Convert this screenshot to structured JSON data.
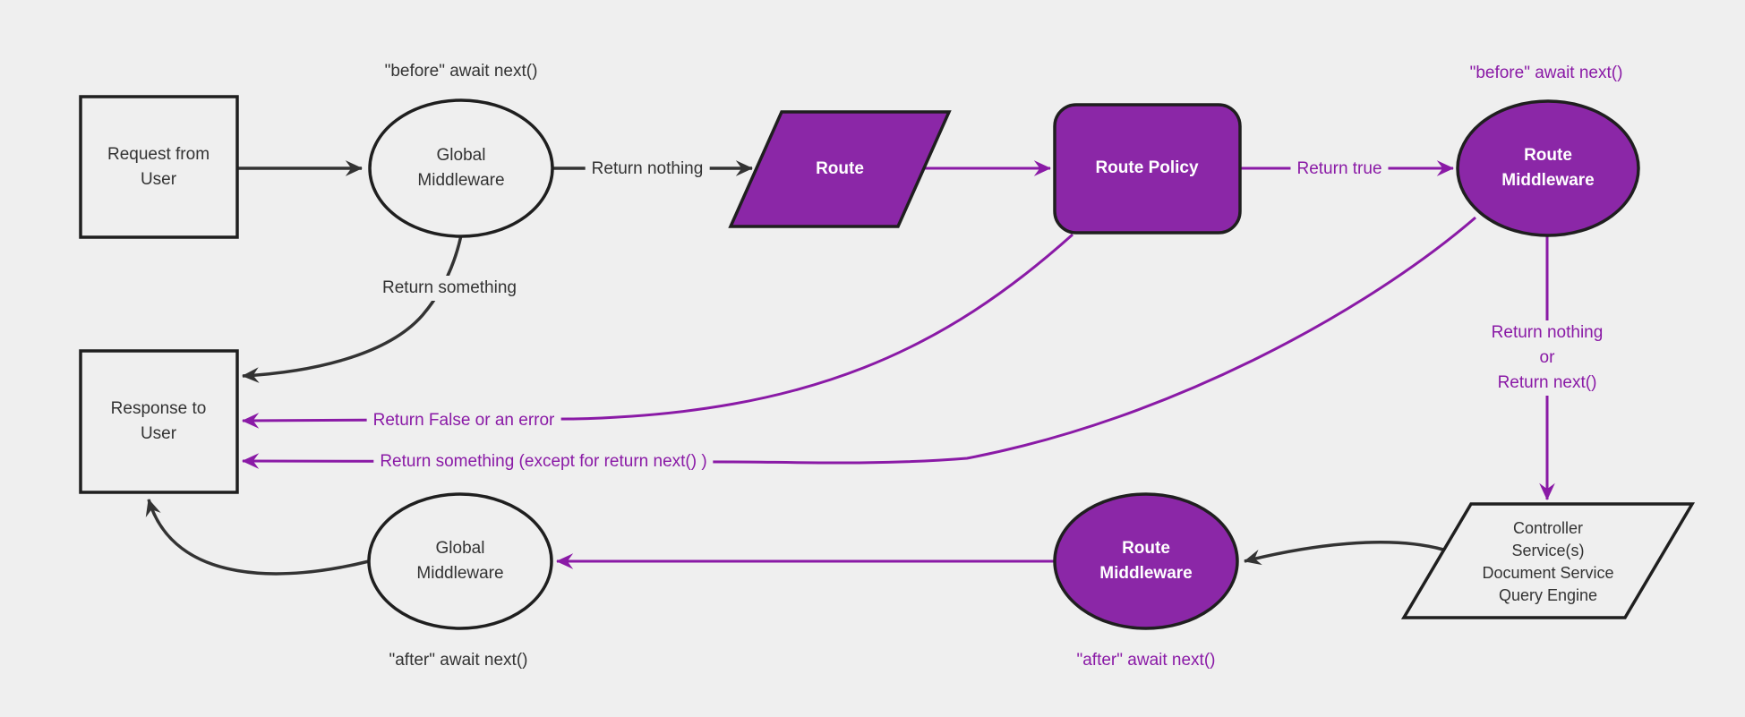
{
  "diagram": {
    "title_implicit": "Request lifecycle middleware flowchart",
    "colors": {
      "background": "#efefef",
      "purple_node_fill": "#8b27a7",
      "purple_edge": "#8a1aa6",
      "dark_edge": "#333333",
      "node_border": "#1f1f1f",
      "dark_text": "#333333",
      "white_text": "#ffffff"
    },
    "nodes": {
      "request": {
        "label": "Request from User"
      },
      "global_middleware_top": {
        "label": "Global Middleware"
      },
      "route": {
        "label": "Route"
      },
      "route_policy": {
        "label": "Route Policy"
      },
      "route_middleware_top": {
        "label": "Route Middleware"
      },
      "controller": {
        "lines": [
          "Controller",
          "Service(s)",
          "Document Service",
          "Query Engine"
        ]
      },
      "route_middleware_bottom": {
        "label": "Route Middleware"
      },
      "global_middleware_bottom": {
        "label": "Global Middleware"
      },
      "response": {
        "label": "Response to User"
      }
    },
    "edge_labels": {
      "before_await_global": "\"before\" await next()",
      "before_await_route": "\"before\" await next()",
      "return_nothing": "Return nothing",
      "return_true": "Return true",
      "return_nothing_or": [
        "Return nothing",
        "or",
        "Return next()"
      ],
      "return_something": "Return something",
      "return_false": "Return False or an error",
      "return_something_except": "Return something (except for return next() )",
      "after_await_global": "\"after\" await next()",
      "after_await_route": "\"after\" await next()"
    }
  }
}
